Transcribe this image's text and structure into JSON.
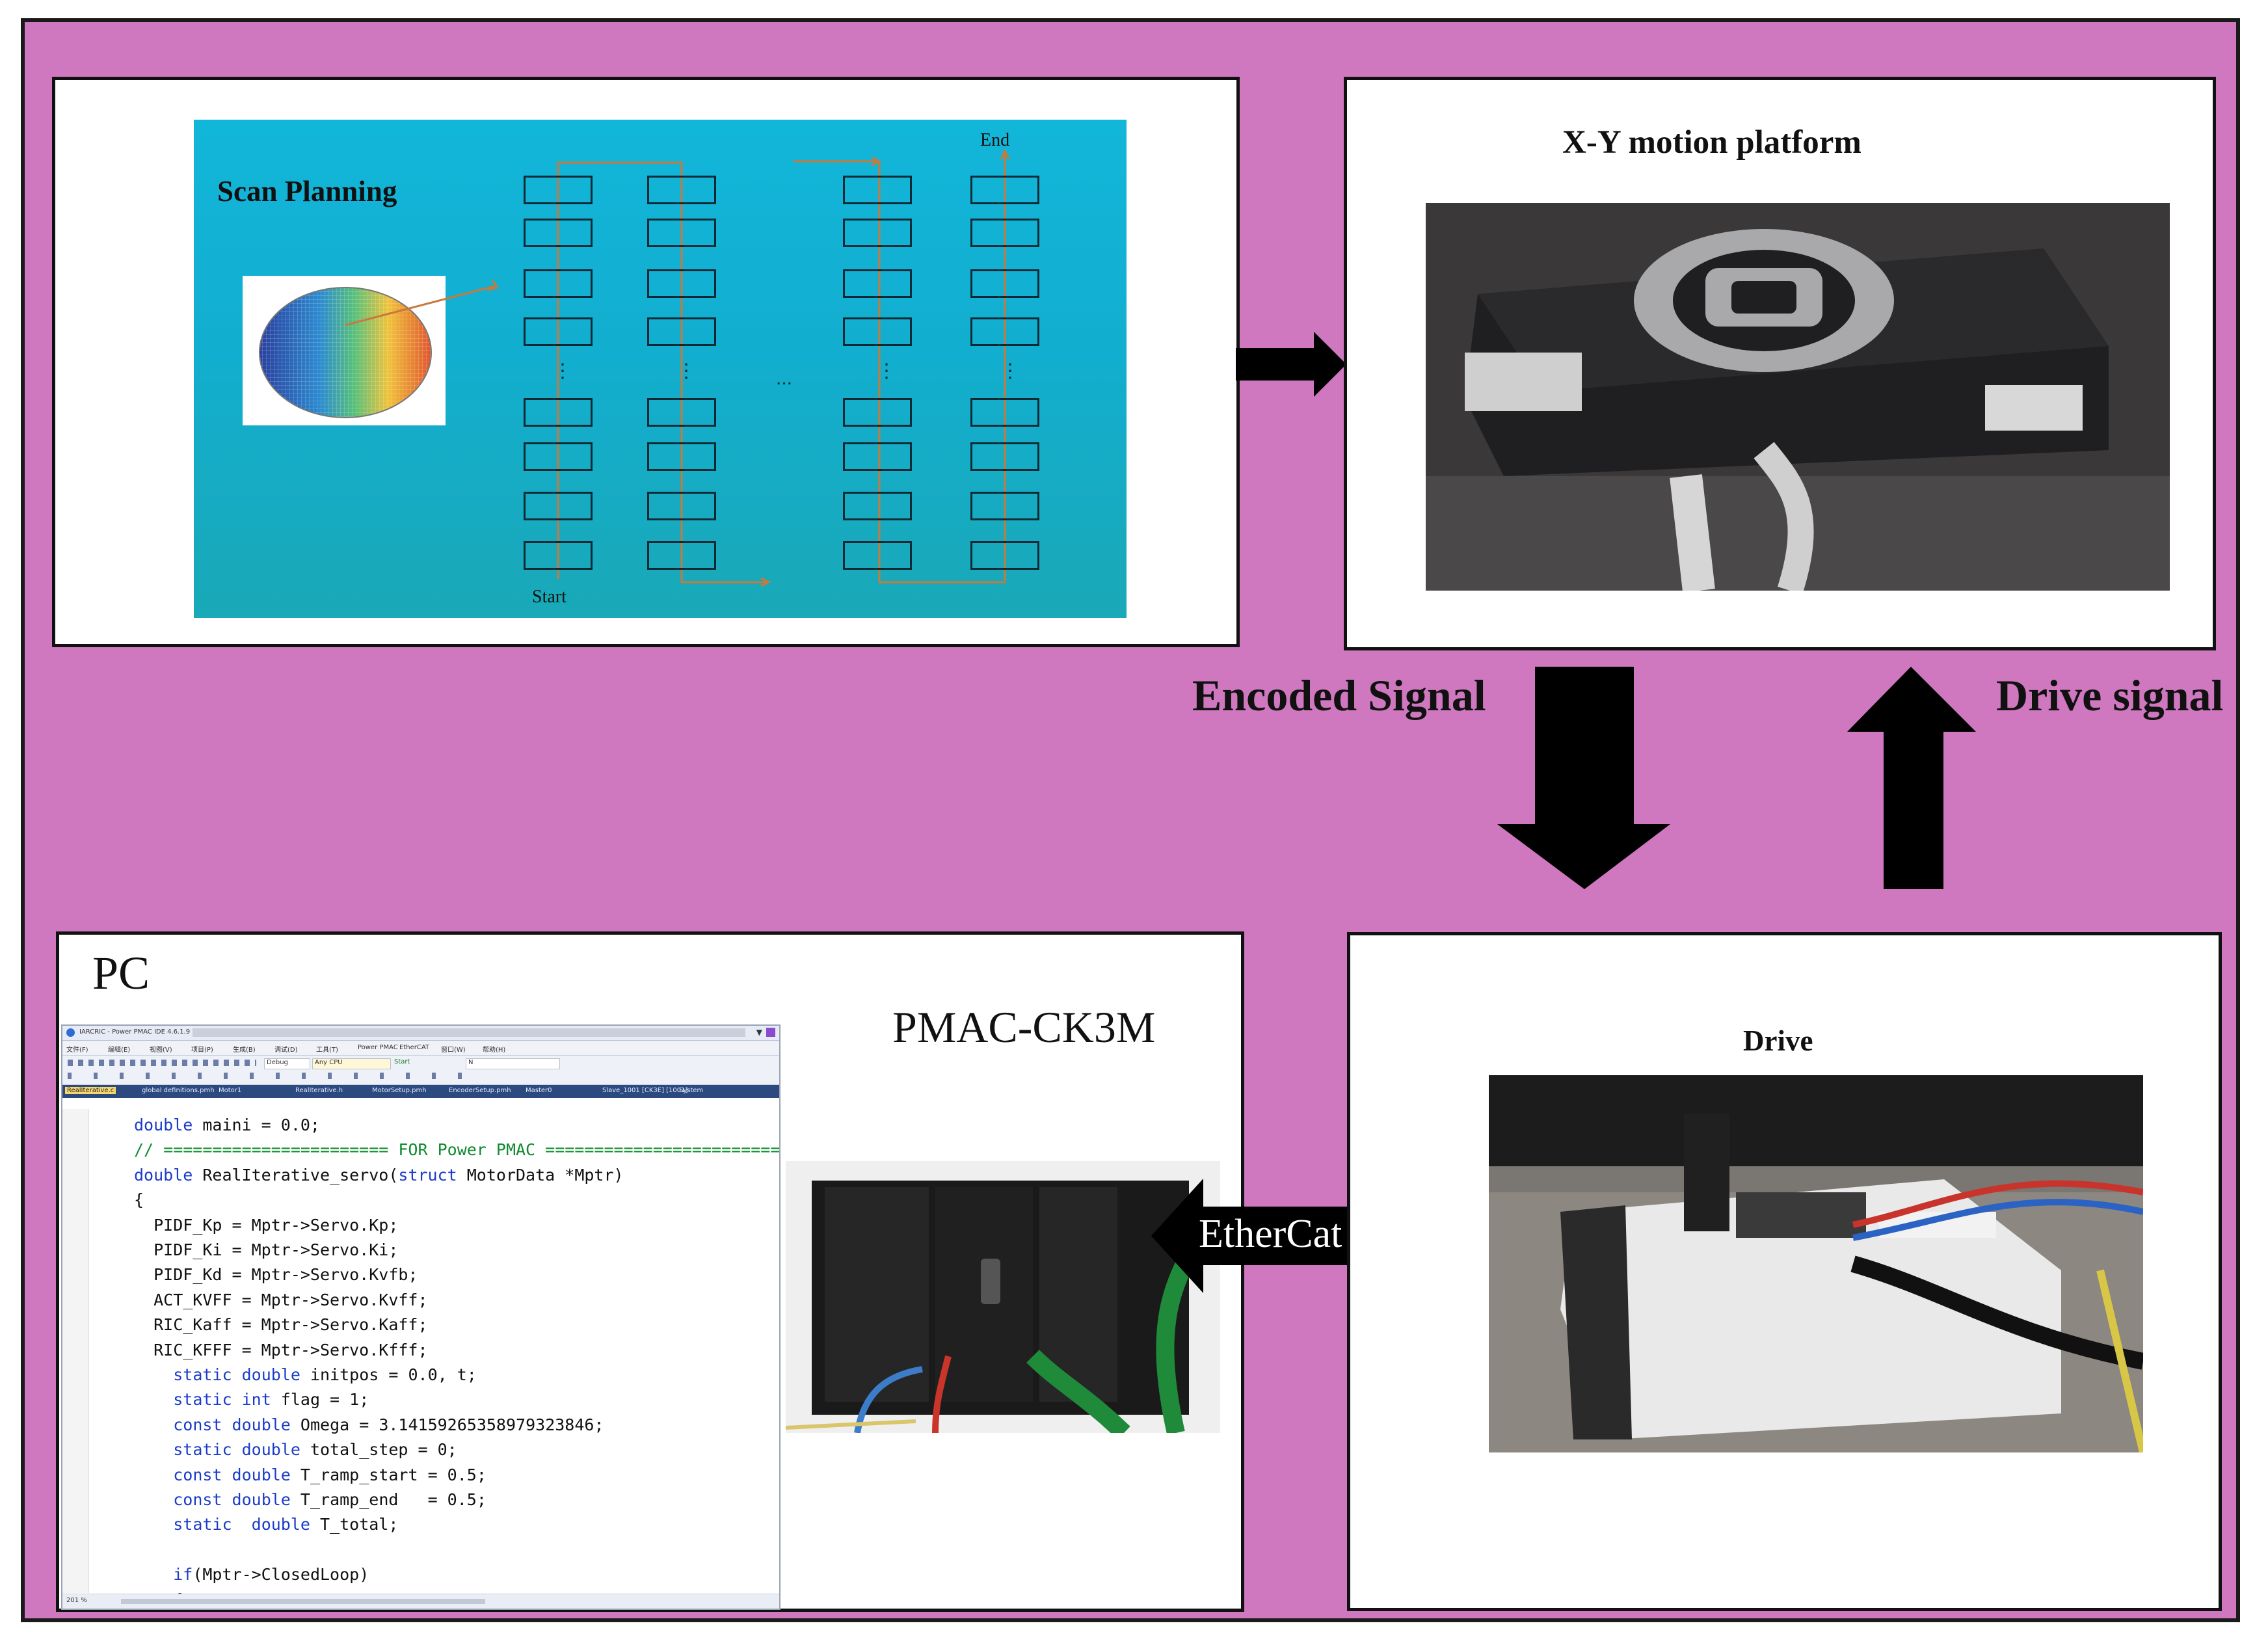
{
  "panels": {
    "scan": {
      "title": "Scan Planning",
      "start_label": "Start",
      "end_label": "End",
      "ellipsis_vertical": "⋮",
      "ellipsis_horizontal": "..."
    },
    "platform": {
      "title": "X-Y motion platform"
    },
    "pc": {
      "title": "PC",
      "device_label": "PMAC-CK3M",
      "ide": {
        "window_title": "IARCRIC - Power PMAC IDE 4.6.1.9",
        "menu": [
          "文件(F)",
          "编辑(E)",
          "视图(V)",
          "项目(P)",
          "生成(B)",
          "调试(D)",
          "工具(T)",
          "Power PMAC",
          "EtherCAT",
          "窗口(W)",
          "帮助(H)"
        ],
        "toolbar_config": "Debug",
        "toolbar_platform": "Any CPU",
        "toolbar_start": "Start",
        "toolbar_search": "N",
        "tabs": [
          "RealIterative.c",
          "global definitions.pmh",
          "Motor1",
          "RealIterative.h",
          "MotorSetup.pmh",
          "EncoderSetup.pmh",
          "Master0",
          "Slave_1001 [CK3E] [1001]",
          "System"
        ],
        "zoom": "201 %",
        "code_lines": [
          "double maini = 0.0;",
          "// ======================= FOR Power PMAC ========================",
          "double RealIterative_servo(struct MotorData *Mptr)",
          "{",
          "  PIDF_Kp = Mptr->Servo.Kp;",
          "  PIDF_Ki = Mptr->Servo.Ki;",
          "  PIDF_Kd = Mptr->Servo.Kvfb;",
          "  ACT_KVFF = Mptr->Servo.Kvff;",
          "  RIC_Kaff = Mptr->Servo.Kaff;",
          "  RIC_KFFF = Mptr->Servo.Kfff;",
          "    static double initpos = 0.0, t;",
          "    static int flag = 1;",
          "    const double Omega = 3.14159265358979323846;",
          "    static double total_step = 0;",
          "    const double T_ramp_start = 0.5;",
          "    const double T_ramp_end   = 0.5;",
          "    static  double T_total;",
          "",
          "    if(Mptr->ClosedLoop)",
          "    {"
        ]
      }
    },
    "drive": {
      "title": "Drive"
    }
  },
  "arrows": {
    "encoded_signal": "Encoded Signal",
    "drive_signal": "Drive signal",
    "ethercat": "EtherCat"
  },
  "colors": {
    "background": "#cf78bf",
    "scan_bg": "#12b6d9",
    "path": "#c8793b",
    "arrow": "#000000"
  }
}
